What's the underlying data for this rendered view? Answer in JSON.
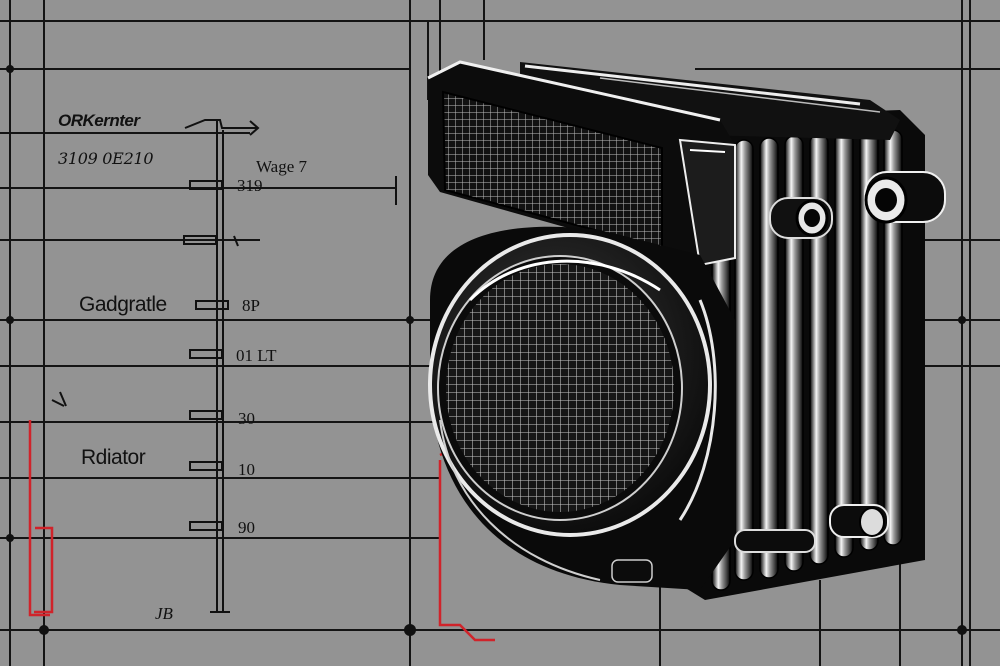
{
  "labels": {
    "title": "ORKernter",
    "code": "3109 0E210",
    "wage": "Wage 7",
    "gadget": "Gadgratle",
    "radiator": "Rdiator"
  },
  "scale_ticks": [
    "319",
    "8P",
    "01 LT",
    "30",
    "10",
    "90",
    "JB"
  ],
  "colors": {
    "background": "#939393",
    "grid": "#111111",
    "accent_red": "#d0232a",
    "radiator_body": "#0b0b0b",
    "highlight": "#f2f2f2"
  }
}
